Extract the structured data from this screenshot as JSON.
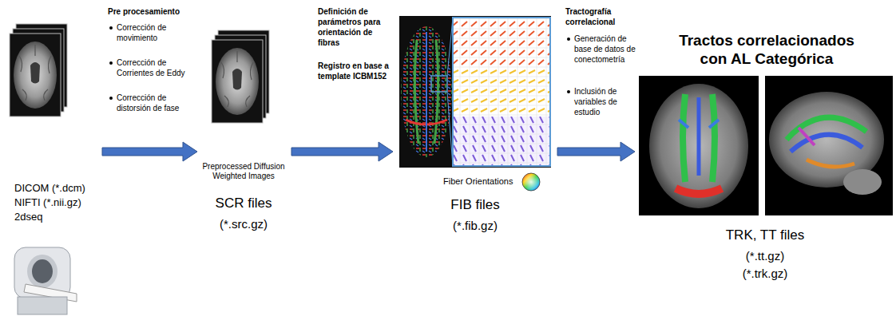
{
  "diagram": {
    "nodes": [
      {
        "text": [
          "DICOM (*.dcm)",
          "NIFTI (*.nii.gz)",
          "2dseq"
        ]
      },
      {
        "text": [
          "Preprocessed Diffusion Weighted Images",
          "SCR files",
          "(*.src.gz)"
        ]
      },
      {
        "text": [
          "Fiber Orientations",
          "FIB files",
          "(*.fib.gz)"
        ]
      },
      {
        "text": [
          "Tractos correlacionados con AL Categórica",
          "TRK, TT files",
          "(*.tt.gz)",
          "(*.trk.gz)"
        ]
      }
    ],
    "edges": [
      {
        "from": 0,
        "to": 1,
        "arrow": "to"
      },
      {
        "from": 1,
        "to": 2,
        "arrow": "to"
      },
      {
        "from": 2,
        "to": 3,
        "arrow": "to"
      }
    ],
    "labels": [
      "Pre procesamiento",
      "Corrección de movimiento",
      "Corrección de Corrientes de Eddy",
      "Corrección de distorsión de fase",
      "Definición de parámetros para orientación de fibras",
      "Registro en base a template ICBM152",
      "Tractografía correlacional",
      "Generación de base de datos de conectometría",
      "Inclusión de variables de estudio"
    ]
  }
}
